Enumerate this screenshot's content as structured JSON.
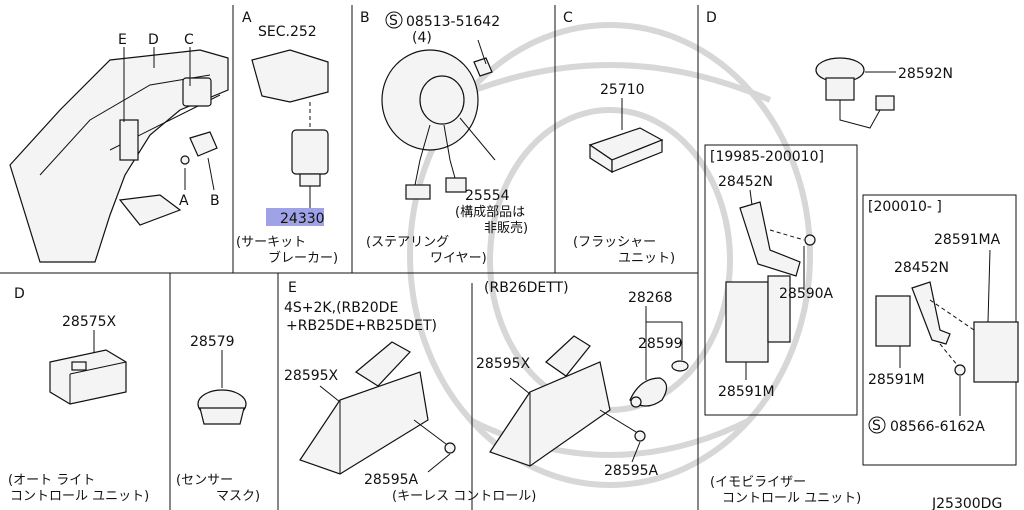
{
  "section_headers": {
    "a": "A",
    "b": "B",
    "c": "C",
    "d_top": "D",
    "d_bottom": "D",
    "e": "E"
  },
  "overview_labels": {
    "e": "E",
    "d": "D",
    "c": "C",
    "a": "A",
    "b": "B"
  },
  "section_a": {
    "sec_ref": "SEC.252",
    "part_number": "24330",
    "caption_line1": "(サーキット",
    "caption_line2": "ブレーカー)"
  },
  "section_b": {
    "bolt_ref": "08513-51642",
    "bolt_symbol": "S",
    "bolt_qty": "(4)",
    "part_number": "25554",
    "note_line1": "(構成部品は",
    "note_line2": "非販売)",
    "caption_line1": "(ステアリング",
    "caption_line2": "ワイヤー)"
  },
  "section_c": {
    "part_number": "25710",
    "caption_line1": "(フラッシャー",
    "caption_line2": "ユニット)"
  },
  "section_d_top": {
    "part_number": "28592N",
    "box1_period": "[19985-200010]",
    "box1_part_bracket": "28452N",
    "box1_part_bolt": "28590A",
    "box1_part_unit": "28591M",
    "box2_period": "[200010-     ]",
    "box2_part_ma": "28591MA",
    "box2_part_bracket": "28452N",
    "box2_part_unit": "28591M",
    "box2_screw_symbol": "S",
    "box2_screw": "08566-6162A",
    "caption_line1": "(イモビライザー",
    "caption_line2": "コントロール ユニット)"
  },
  "section_d_bottom": {
    "part_number": "28575X",
    "caption_line1": "(オート ライト",
    "caption_line2": "コントロール ユニット)"
  },
  "section_sensor": {
    "part_number": "28579",
    "caption_line1": "(センサー",
    "caption_line2": "マスク)"
  },
  "section_e": {
    "variant_left_line1": "4S+2K,(RB20DE",
    "variant_left_line2": "+RB25DE+RB25DET)",
    "variant_right": "(RB26DETT)",
    "left_unit": "28595X",
    "left_bolt": "28595A",
    "right_unit": "28595X",
    "right_bolt": "28595A",
    "key_set": "28268",
    "key_battery": "28599",
    "caption": "(キーレス コントロール)"
  },
  "diagram_code": "J25300DG",
  "highlight_color": "#9fa3e6"
}
